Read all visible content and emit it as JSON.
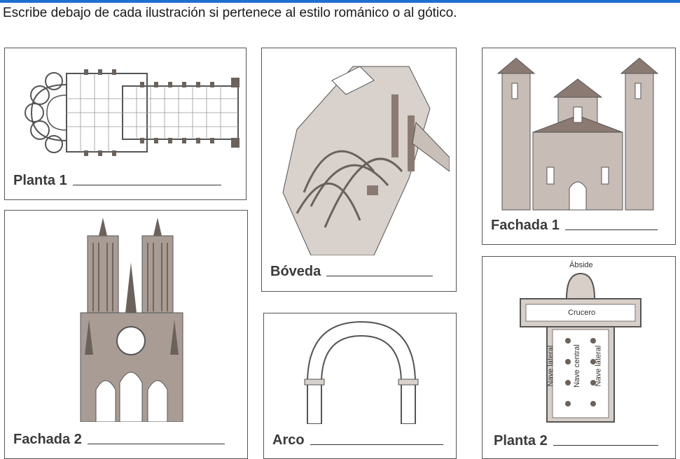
{
  "instructions": "Escribe debajo de cada ilustración si pertenece al estilo románico o al gótico.",
  "items": [
    {
      "label": "Planta 1"
    },
    {
      "label": "Bóveda"
    },
    {
      "label": "Fachada 1"
    },
    {
      "label": "Fachada 2"
    },
    {
      "label": "Arco"
    },
    {
      "label": "Planta 2"
    }
  ],
  "planta2_labels": {
    "abside": "Ábside",
    "crucero": "Crucero",
    "nave_lateral_left": "Nave lateral",
    "nave_central": "Nave central",
    "nave_lateral_right": "Nave lateral"
  },
  "colors": {
    "accent_bar": "#1e6fd0",
    "ink": "#3a3a3a",
    "sepia": "#8a7a72"
  }
}
